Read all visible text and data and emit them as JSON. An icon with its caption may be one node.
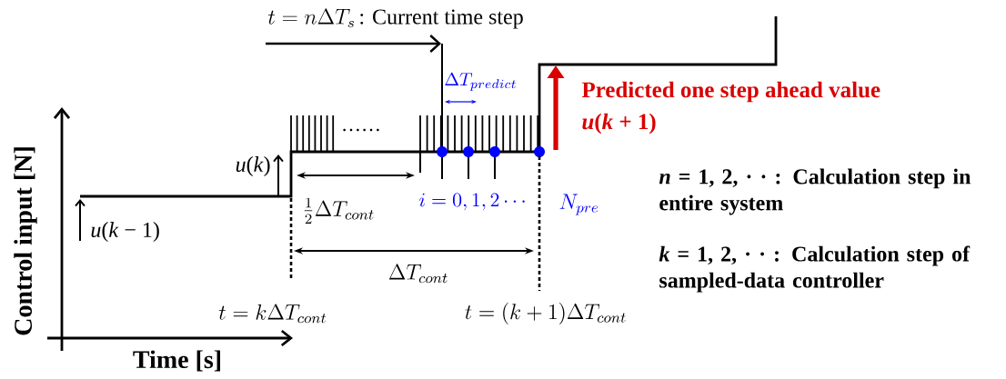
{
  "diagram": {
    "labels": [
      "t = n\\Delta T_{s}",
      ": Current time step",
      "\\Delta T_{predict}",
      "……",
      "Predicted one step ahead value",
      "*u*(*k* + 1)",
      "*u*(*k*)",
      "Control input [N]",
      "\\frac{1}{2}\\Delta T_{cont}",
      "i = 0,1,2\\cdots",
      "N_{pre}",
      "*n* = 1, 2, · · : Calculation step in entire system",
      "*u*(*k* − 1)",
      "\\Delta T_{cont}",
      "*k* = 1, 2, · · : Calculation step of sampled-data controller",
      "t = k\\Delta T_{cont}",
      "t = (k+1)\\Delta T_{cont}",
      "Time [s]"
    ]
  }
}
